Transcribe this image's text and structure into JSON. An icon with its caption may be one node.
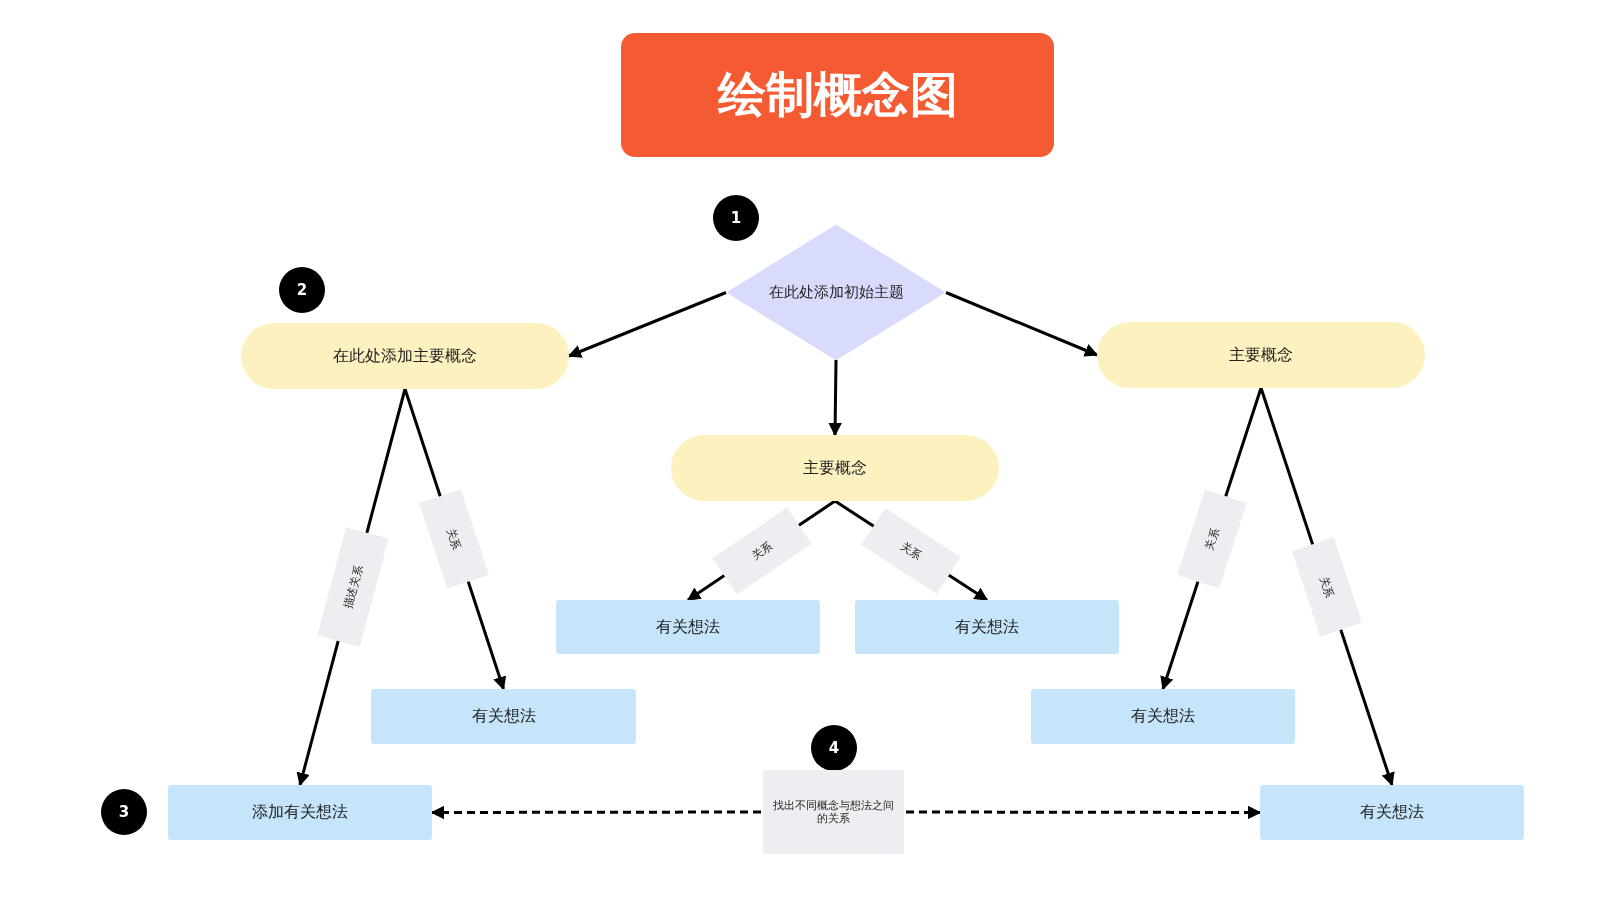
{
  "diagram": {
    "title": "绘制概念图",
    "nodes": [
      {
        "text": [
          "1"
        ]
      },
      {
        "text": [
          "在此处添加初始主题"
        ]
      },
      {
        "text": [
          "2"
        ]
      },
      {
        "text": [
          "在此处添加主要概念"
        ]
      },
      {
        "text": [
          "主要概念"
        ]
      },
      {
        "text": [
          "主要概念"
        ]
      },
      {
        "text": [
          "有关想法"
        ]
      },
      {
        "text": [
          "有关想法"
        ]
      },
      {
        "text": [
          "有关想法"
        ]
      },
      {
        "text": [
          "有关想法"
        ]
      },
      {
        "text": [
          "4"
        ]
      },
      {
        "text": [
          "3"
        ]
      },
      {
        "text": [
          "添加有关想法"
        ]
      },
      {
        "text": [
          "找出不同概念与想法之间的关系"
        ]
      },
      {
        "text": [
          "有关想法"
        ]
      }
    ],
    "edges": [
      {
        "from": 1,
        "to": 3,
        "arrow": "to"
      },
      {
        "from": 1,
        "to": 4,
        "arrow": "to"
      },
      {
        "from": 1,
        "to": 5,
        "arrow": "to"
      },
      {
        "from": 3,
        "to": 12,
        "arrow": "to",
        "label": "描述关系"
      },
      {
        "from": 3,
        "to": 8,
        "arrow": "to",
        "label": "关系"
      },
      {
        "from": 5,
        "to": 6,
        "arrow": "to",
        "label": "关系"
      },
      {
        "from": 5,
        "to": 7,
        "arrow": "to",
        "label": "关系"
      },
      {
        "from": 4,
        "to": 9,
        "arrow": "to",
        "label": "关系"
      },
      {
        "from": 4,
        "to": 14,
        "arrow": "to",
        "label": "关系"
      },
      {
        "from": 13,
        "to": 12,
        "arrow": "to",
        "style": "dashed"
      },
      {
        "from": 13,
        "to": 14,
        "arrow": "to",
        "style": "dashed"
      }
    ]
  }
}
